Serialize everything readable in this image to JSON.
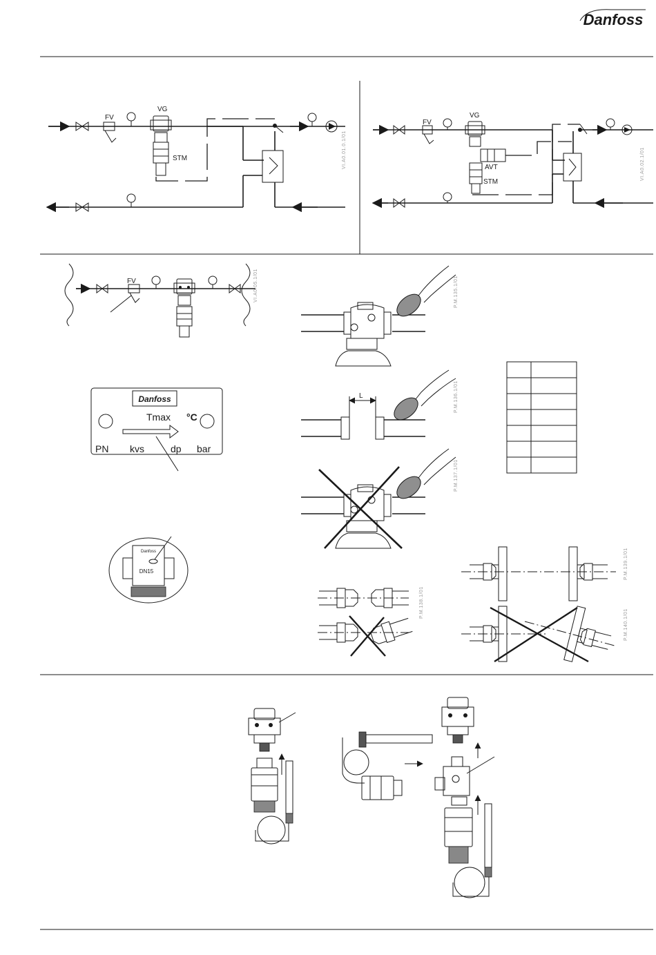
{
  "header": {
    "logo_text": "Danfoss"
  },
  "diagram1": {
    "fv": "FV",
    "vg": "VG",
    "stm": "STM",
    "code": "VI.A0.01.0.1/01"
  },
  "diagram2": {
    "fv": "FV",
    "vg": "VG",
    "avt": "AVT",
    "stm": "STM",
    "code": "VI.A0.02.1/01"
  },
  "diagram3": {
    "fv": "FV",
    "code": "VI.A0.05.1/01"
  },
  "nameplate": {
    "logo_text": "Danfoss",
    "tmax": "Tmax",
    "celsius": "°C",
    "pn": "PN",
    "kvs": "kvs",
    "dp": "dp",
    "bar": "bar"
  },
  "valve_body": {
    "brand": "Danfoss",
    "size": "DN15"
  },
  "welding": {
    "dimension": "L",
    "codes": [
      "P.M.135.1/01",
      "P.M.136.1/01",
      "P.M.137.1/01",
      "P.M.138.1/01",
      "P.M.139.1/01",
      "P.M.140.1/01"
    ]
  },
  "table": {
    "rows": 7,
    "cols": 2
  }
}
